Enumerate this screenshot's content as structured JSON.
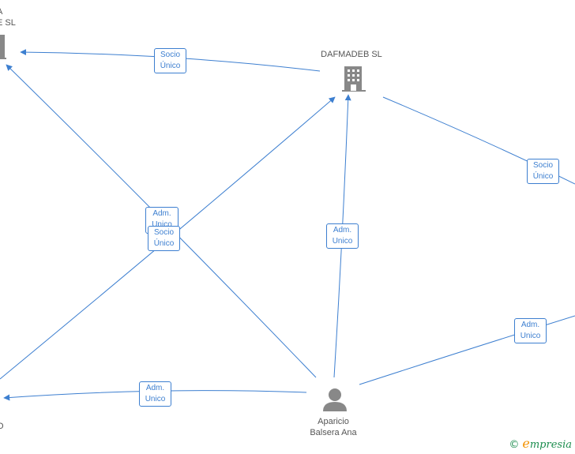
{
  "nodes": [
    {
      "id": "company-left",
      "type": "company",
      "lines": [
        "A",
        "E SL"
      ]
    },
    {
      "id": "dafmadeb",
      "type": "company",
      "lines": [
        "DAFMADEB SL"
      ]
    },
    {
      "id": "person-left",
      "type": "person",
      "lines": [
        "O"
      ]
    },
    {
      "id": "aparicio",
      "type": "person",
      "lines": [
        "Aparicio",
        "Balsera Ana"
      ]
    }
  ],
  "edges": [
    {
      "id": "e1",
      "label": [
        "Socio",
        "Único"
      ]
    },
    {
      "id": "e2",
      "label": [
        "Adm.",
        "Unico"
      ]
    },
    {
      "id": "e3",
      "label": [
        "Socio",
        "Único"
      ]
    },
    {
      "id": "e4",
      "label": [
        "Adm.",
        "Unico"
      ]
    },
    {
      "id": "e5",
      "label": [
        "Socio",
        "Único"
      ]
    },
    {
      "id": "e6",
      "label": [
        "Adm.",
        "Unico"
      ]
    },
    {
      "id": "e7",
      "label": [
        "Adm.",
        "Unico"
      ]
    }
  ],
  "brand": {
    "copyright": "©",
    "initial": "e",
    "name": "mpresia"
  },
  "colors": {
    "edge": "#3d7fd0",
    "icon": "#888888",
    "brand_green": "#1c8d4e",
    "brand_orange": "#f39200"
  }
}
